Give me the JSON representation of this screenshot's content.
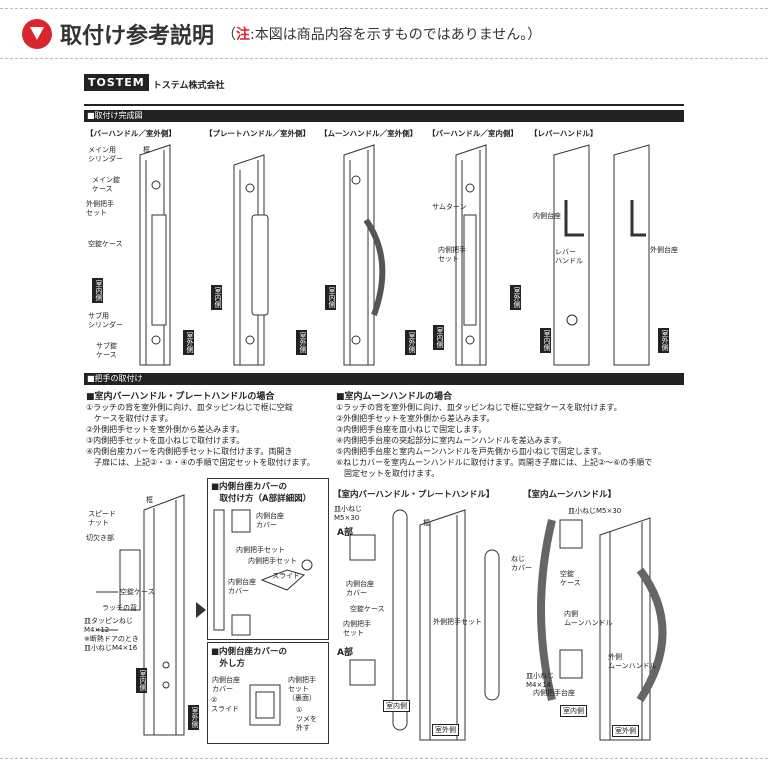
{
  "header": {
    "title": "取付け参考説明",
    "note_open": "（",
    "note_label": "注",
    "note_text": ":本図は商品内容を示すものではありません。）"
  },
  "brand": {
    "logo": "TOSTEM",
    "company": "トステム株式会社"
  },
  "sections": {
    "complete": "■取付け完成図",
    "install": "■把手の取付け"
  },
  "panels": [
    {
      "title": "【バーハンドル／室外側】"
    },
    {
      "title": "【プレートハンドル／室外側】"
    },
    {
      "title": "【ムーンハンドル／室外側】"
    },
    {
      "title": "【バーハンドル／室内側】"
    },
    {
      "title": "【レバーハンドル】"
    }
  ],
  "callouts1": {
    "frame": "框",
    "main_cyl": "メイン用\nシリンダー",
    "main_case": "メイン錠\nケース",
    "outer_set": "外側把手\nセット",
    "empty_case": "空錠ケース",
    "sub_cyl": "サブ用\nシリンダー",
    "sub_case": "サブ錠\nケース"
  },
  "callouts4": {
    "thumbturn": "サムターン",
    "inner_set": "内側把手\nセット"
  },
  "callouts5": {
    "inner_base": "内側台座",
    "lever": "レバー\nハンドル",
    "outer_base": "外側台座"
  },
  "tags": {
    "indoor": "室内側",
    "outdoor": "室外側"
  },
  "bar_section": {
    "heading": "■室内バーハンドル・プレートハンドルの場合",
    "steps": [
      "①ラッチの背を室外側に向け、皿タッピンねじで框に空錠\n　ケースを取付けます。",
      "②外側把手セットを室外側から差込みます。",
      "③内側把手セットを皿小ねじで取付けます。",
      "④内側台座カバーを内側把手セットに取付けます。両開き\n　子扉には、上記②・③・④の手順で固定セットを取付けます。"
    ]
  },
  "moon_section": {
    "heading": "■室内ムーンハンドルの場合",
    "steps": [
      "①ラッチの背を室外側に向け、皿タッピンねじで框に空錠ケースを取付けます。",
      "②外側把手セットを室外側から差込みます。",
      "③内側把手台座を皿小ねじで固定します。",
      "④内側把手台座の突起部分に室内ムーンハンドルを差込みます。",
      "⑤内側把手台座と室内ムーンハンドルを戸先側から皿小ねじで固定します。",
      "⑥ねじカバーを室内ムーンハンドルに取付けます。両開き子扉には、上記②～⑥の手順で\n　固定セットを取付けます。"
    ]
  },
  "fig_left": {
    "frame": "框",
    "speed_nut": "スピード\nナット",
    "cutout": "切欠き部",
    "empty_case": "空錠ケース",
    "latch_back": "ラッチの背",
    "screw": "皿タッピンねじ\nM4×12\n※断熱ドアのとき\n皿小ねじM4×16"
  },
  "detail_box": {
    "title1": "■内側台座カバーの\n　取付け方（A部詳細図）",
    "cover": "内側台座\nカバー",
    "inner_set": "内側把手セット",
    "inner_set2": "内側把手セット",
    "slide": "スライド",
    "cover2": "内側台座\nカバー",
    "title2": "■内側台座カバーの\n　外し方",
    "cover3": "内側台座\nカバー",
    "slide2": "②\nスライド",
    "set_back": "内側把手\nセット\n（裏面）",
    "claw": "①\nツメを\n外す"
  },
  "fig_bar": {
    "title": "【室内バーハンドル・プレートハンドル】",
    "screw": "皿小ねじ\nM5×30",
    "a_label": "A部",
    "inner_cover": "内側台座\nカバー",
    "empty_case": "空錠ケース",
    "inner_set": "内側把手\nセット",
    "outer_set": "外側把手セット",
    "a_label2": "A部",
    "frame": "框"
  },
  "fig_moon": {
    "title": "【室内ムーンハンドル】",
    "screw": "皿小ねじM5×30",
    "screw_cover": "ねじ\nカバー",
    "empty_case": "空錠\nケース",
    "inner_moon": "内側\nムーンハンドル",
    "outer_moon": "外側\nムーンハンドル",
    "screw2": "皿小ねじ\nM4×14",
    "inner_base": "内側把手台座"
  }
}
